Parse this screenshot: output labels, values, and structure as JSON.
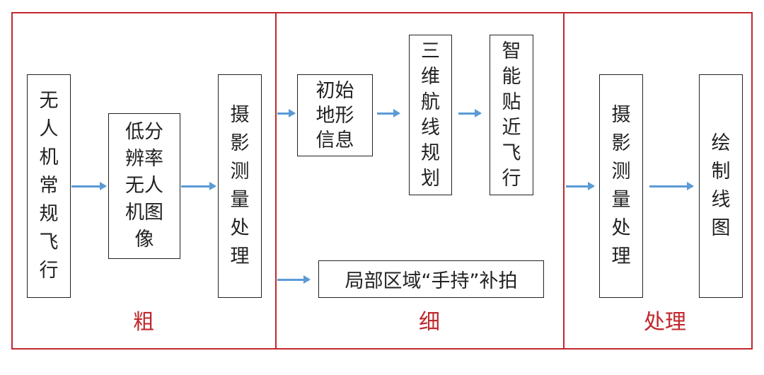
{
  "sections": {
    "coarse": "粗",
    "fine": "细",
    "processing": "处理"
  },
  "boxes": {
    "regular_flight": "无人机常规飞行",
    "low_res_images": "低分辨率无人机图像",
    "photogrammetry_1": "摄影测量处理",
    "initial_terrain": "初始地形信息",
    "route_planning": "三维航线规划",
    "close_flight": "智能贴近飞行",
    "handheld_supplement": "局部区域“手持”补拍",
    "photogrammetry_2": "摄影测量处理",
    "draw_line_map": "绘制线图"
  },
  "colors": {
    "frame": "#c0282d",
    "arrow": "#5b9bd5"
  }
}
